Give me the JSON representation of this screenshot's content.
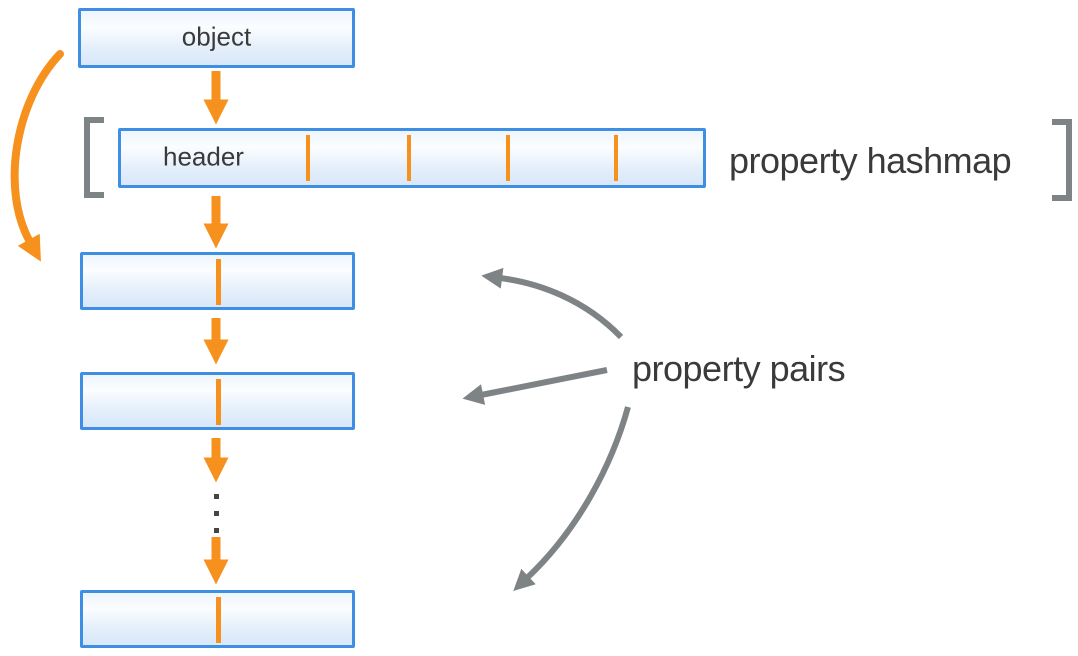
{
  "diagram": {
    "object": {
      "label": "object"
    },
    "header": {
      "label": "header",
      "empty_cell_count": 4
    },
    "pair_boxes": {
      "count": 3
    },
    "ellipsis": {
      "dot_count": 3
    },
    "labels": {
      "hashmap": "property hashmap",
      "pairs": "property pairs"
    },
    "colors": {
      "orange": "#F7911E",
      "blue_border": "#3E8EE3",
      "gray": "#7E8486",
      "text_dark": "#3A3A3A",
      "box_fill_top": "#EEF5FD",
      "box_fill_bottom": "#D8E7FA"
    }
  }
}
